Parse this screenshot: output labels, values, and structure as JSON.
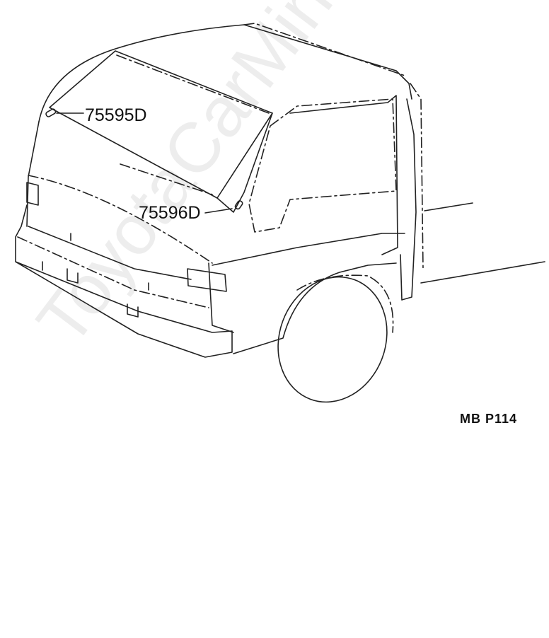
{
  "callouts": {
    "upper": "75595D",
    "lower": "75596D"
  },
  "page_code": "MB  P114",
  "watermark": "ToyotaCarMine.ru"
}
